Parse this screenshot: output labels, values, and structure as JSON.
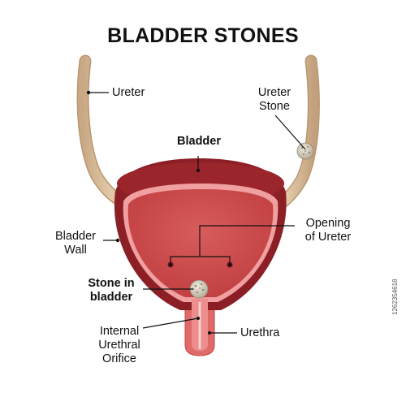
{
  "title": "BLADDER STONES",
  "labels": {
    "ureter": "Ureter",
    "ureter_stone_line1": "Ureter",
    "ureter_stone_line2": "Stone",
    "bladder": "Bladder",
    "bladder_wall_line1": "Bladder",
    "bladder_wall_line2": "Wall",
    "opening_line1": "Opening",
    "opening_line2": "of Ureter",
    "stone_line1": "Stone in",
    "stone_line2": "bladder",
    "internal_line1": "Internal",
    "internal_line2": "Urethral",
    "internal_line3": "Orifice",
    "urethra": "Urethra"
  },
  "stock_id": "1262354618",
  "colors": {
    "ureter": "#d6b895",
    "bladder_wall": "#8c1f25",
    "bladder_lining": "#f0a0a0",
    "bladder_inner": "#cf4e4e",
    "stone": "#d9d1c1"
  }
}
